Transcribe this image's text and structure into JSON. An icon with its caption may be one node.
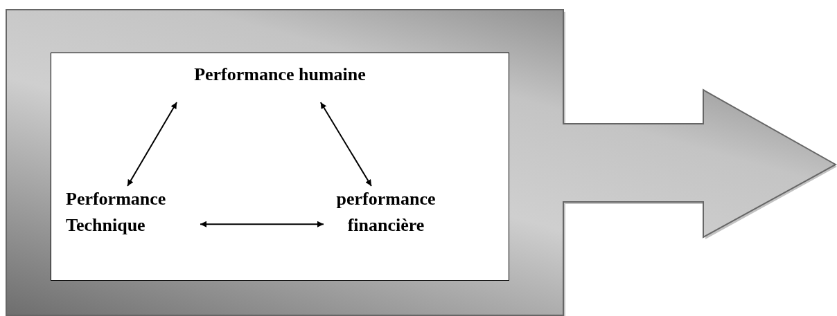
{
  "diagram": {
    "nodes": [
      {
        "text": [],
        "shape": "arrow"
      },
      {
        "text": [],
        "shape": "box",
        "in": 0
      },
      {
        "text": [
          "Performance humaine"
        ],
        "in": 1
      },
      {
        "text": [
          "Performance Technique"
        ],
        "in": 1
      },
      {
        "text": [
          "performance financière"
        ],
        "in": 1
      }
    ],
    "edges": [
      {
        "from": 2,
        "to": 3,
        "arrow": "both"
      },
      {
        "from": 2,
        "to": 4,
        "arrow": "both"
      },
      {
        "from": 3,
        "to": 4,
        "arrow": "both"
      }
    ]
  }
}
